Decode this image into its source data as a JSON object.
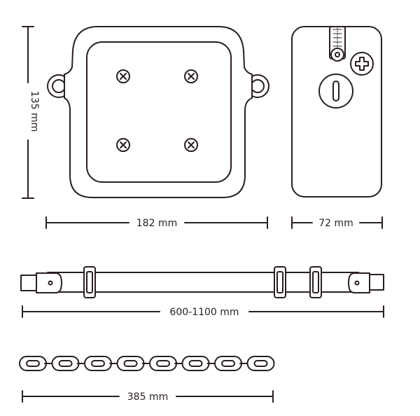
{
  "colors": {
    "stroke": "#2a1f1f",
    "fill": "#ffffff"
  },
  "dimensions": {
    "height": "135 mm",
    "width": "182 mm",
    "depth": "72 mm",
    "strap": "600-1100 mm",
    "chain": "385 mm"
  },
  "icons": [
    "cross-icon",
    "zipper-icon",
    "screw-icon"
  ]
}
